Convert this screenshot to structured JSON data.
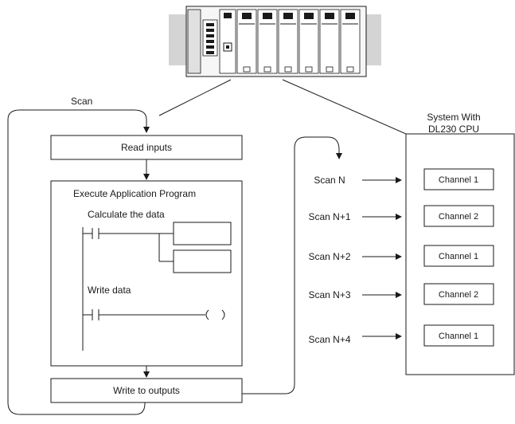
{
  "scan_label": "Scan",
  "system_label_line1": "System With",
  "system_label_line2": "DL230 CPU",
  "steps": {
    "read_inputs": "Read inputs",
    "execute": "Execute Application Program",
    "calculate": "Calculate the data",
    "write_data": "Write data",
    "write_outputs": "Write to outputs"
  },
  "scans": [
    {
      "label": "Scan N",
      "channel": "Channel 1"
    },
    {
      "label": "Scan N+1",
      "channel": "Channel 2"
    },
    {
      "label": "Scan N+2",
      "channel": "Channel 1"
    },
    {
      "label": "Scan N+3",
      "channel": "Channel 2"
    },
    {
      "label": "Scan N+4",
      "channel": "Channel 1"
    }
  ]
}
